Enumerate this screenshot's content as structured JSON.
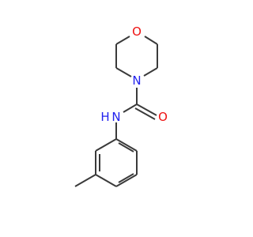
{
  "molecule": {
    "colors": {
      "bond": "#3a3a3a",
      "oxygen": "#ee1111",
      "nitrogen": "#2222ee"
    },
    "atoms": [
      {
        "id": "o-ring",
        "label": "O",
        "element": "O"
      },
      {
        "id": "n-ring",
        "label": "N",
        "element": "N"
      },
      {
        "id": "o-carbonyl",
        "label": "O",
        "element": "O"
      },
      {
        "id": "n-amide",
        "label": "N",
        "element": "N"
      },
      {
        "id": "h-amide",
        "label": "H",
        "element": "N"
      }
    ]
  }
}
